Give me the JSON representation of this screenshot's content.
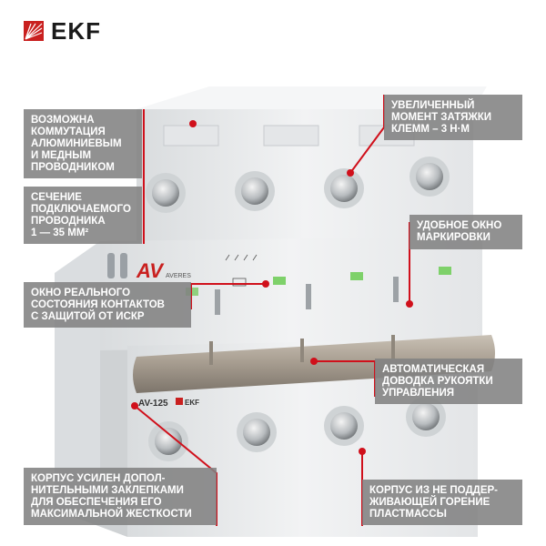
{
  "brand": {
    "logo_text": "EKF",
    "accent": "#c9201f"
  },
  "product": {
    "model_badge": "AV-125",
    "series_logo": "AV",
    "series_name": "AVERES",
    "small_brand": "EKF"
  },
  "callouts": {
    "aluminium": "ВОЗМОЖНА\nКОММУТАЦИЯ\nАЛЮМИНИЕВЫМ\nИ МЕДНЫМ\nПРОВОДНИКОМ",
    "section": "СЕЧЕНИЕ\nПОДКЛЮЧАЕМОГО\nПРОВОДНИКА\n1 — 35 ММ²",
    "window": "ОКНО РЕАЛЬНОГО\nСОСТОЯНИЯ КОНТАКТОВ\nС ЗАЩИТОЙ ОТ ИСКР",
    "housing": "КОРПУС УСИЛЕН ДОПОЛ-\nНИТЕЛЬНЫМИ ЗАКЛЕПКАМИ\nДЛЯ ОБЕСПЕЧЕНИЯ ЕГО\nМАКСИМАЛЬНОЙ ЖЕСТКОСТИ",
    "torque": "УВЕЛИЧЕННЫЙ\nМОМЕНТ ЗАТЯЖКИ\nКЛЕММ – 3 Н·м",
    "marking": "УДОБНОЕ ОКНО\nМАРКИРОВКИ",
    "handle": "АВТОМАТИЧЕСКАЯ\nДОВОДКА РУКОЯТКИ\nУПРАВЛЕНИЯ",
    "plastic": "КОРПУС ИЗ НЕ ПОДДЕР-\nЖИВАЮЩЕЙ ГОРЕНИЕ\nПЛАСТМАССЫ"
  },
  "colors": {
    "callout_bg": "#828282",
    "leader": "#d0101b",
    "body_light": "#eef0f1",
    "body_mid": "#d8dbdd",
    "handle": "#a39a8f",
    "indicator": "#7ed16a"
  }
}
